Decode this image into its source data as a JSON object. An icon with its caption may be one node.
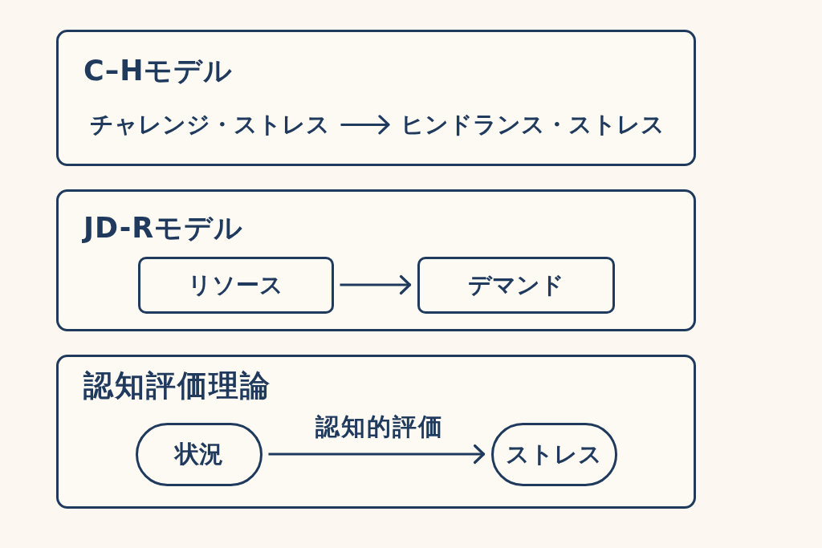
{
  "diagram": {
    "nodes": [
      {
        "text": [
          "C–Hモデル"
        ]
      },
      {
        "text": [
          "チャレンジ・ストレス"
        ],
        "in": 0
      },
      {
        "text": [
          "ヒンドランス・ストレス"
        ],
        "in": 0
      },
      {
        "text": [
          "JD-Rモデル"
        ]
      },
      {
        "text": [
          "リソース"
        ],
        "in": 3
      },
      {
        "text": [
          "デマンド"
        ],
        "in": 3
      },
      {
        "text": [
          "認知評価理論"
        ]
      },
      {
        "text": [
          "状況"
        ],
        "in": 6
      },
      {
        "text": [
          "ストレス"
        ],
        "in": 6
      }
    ],
    "edges": [
      {
        "from": 1,
        "to": 2,
        "arrow": "to"
      },
      {
        "from": 4,
        "to": 5,
        "arrow": "to"
      },
      {
        "from": 7,
        "to": 8,
        "arrow": "to",
        "label": "認知的評価"
      }
    ]
  }
}
